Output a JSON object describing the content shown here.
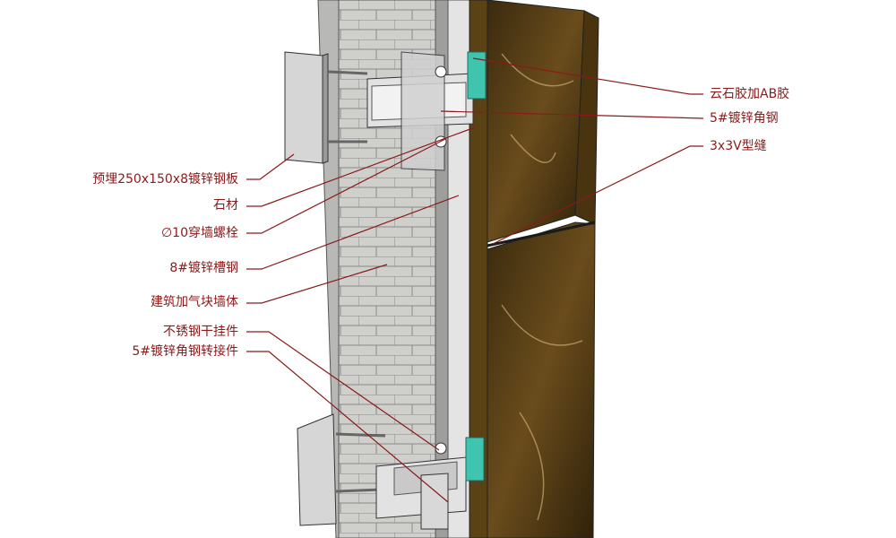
{
  "colors": {
    "leader": "#8b1a1a",
    "block": "#c9c9c7",
    "steel": "#d8d8d8",
    "stone": "#4a3512",
    "glue": "#3fc4b0"
  },
  "labels_left": [
    "预埋250x150x8镀锌钢板",
    "石材",
    "∅10穿墙螺栓",
    "8#镀锌槽钢",
    "建筑加气块墙体",
    "不锈钢干挂件",
    "5#镀锌角钢转接件"
  ],
  "labels_right": [
    "云石胶加AB胶",
    "5#镀锌角钢",
    "3x3V型缝"
  ]
}
